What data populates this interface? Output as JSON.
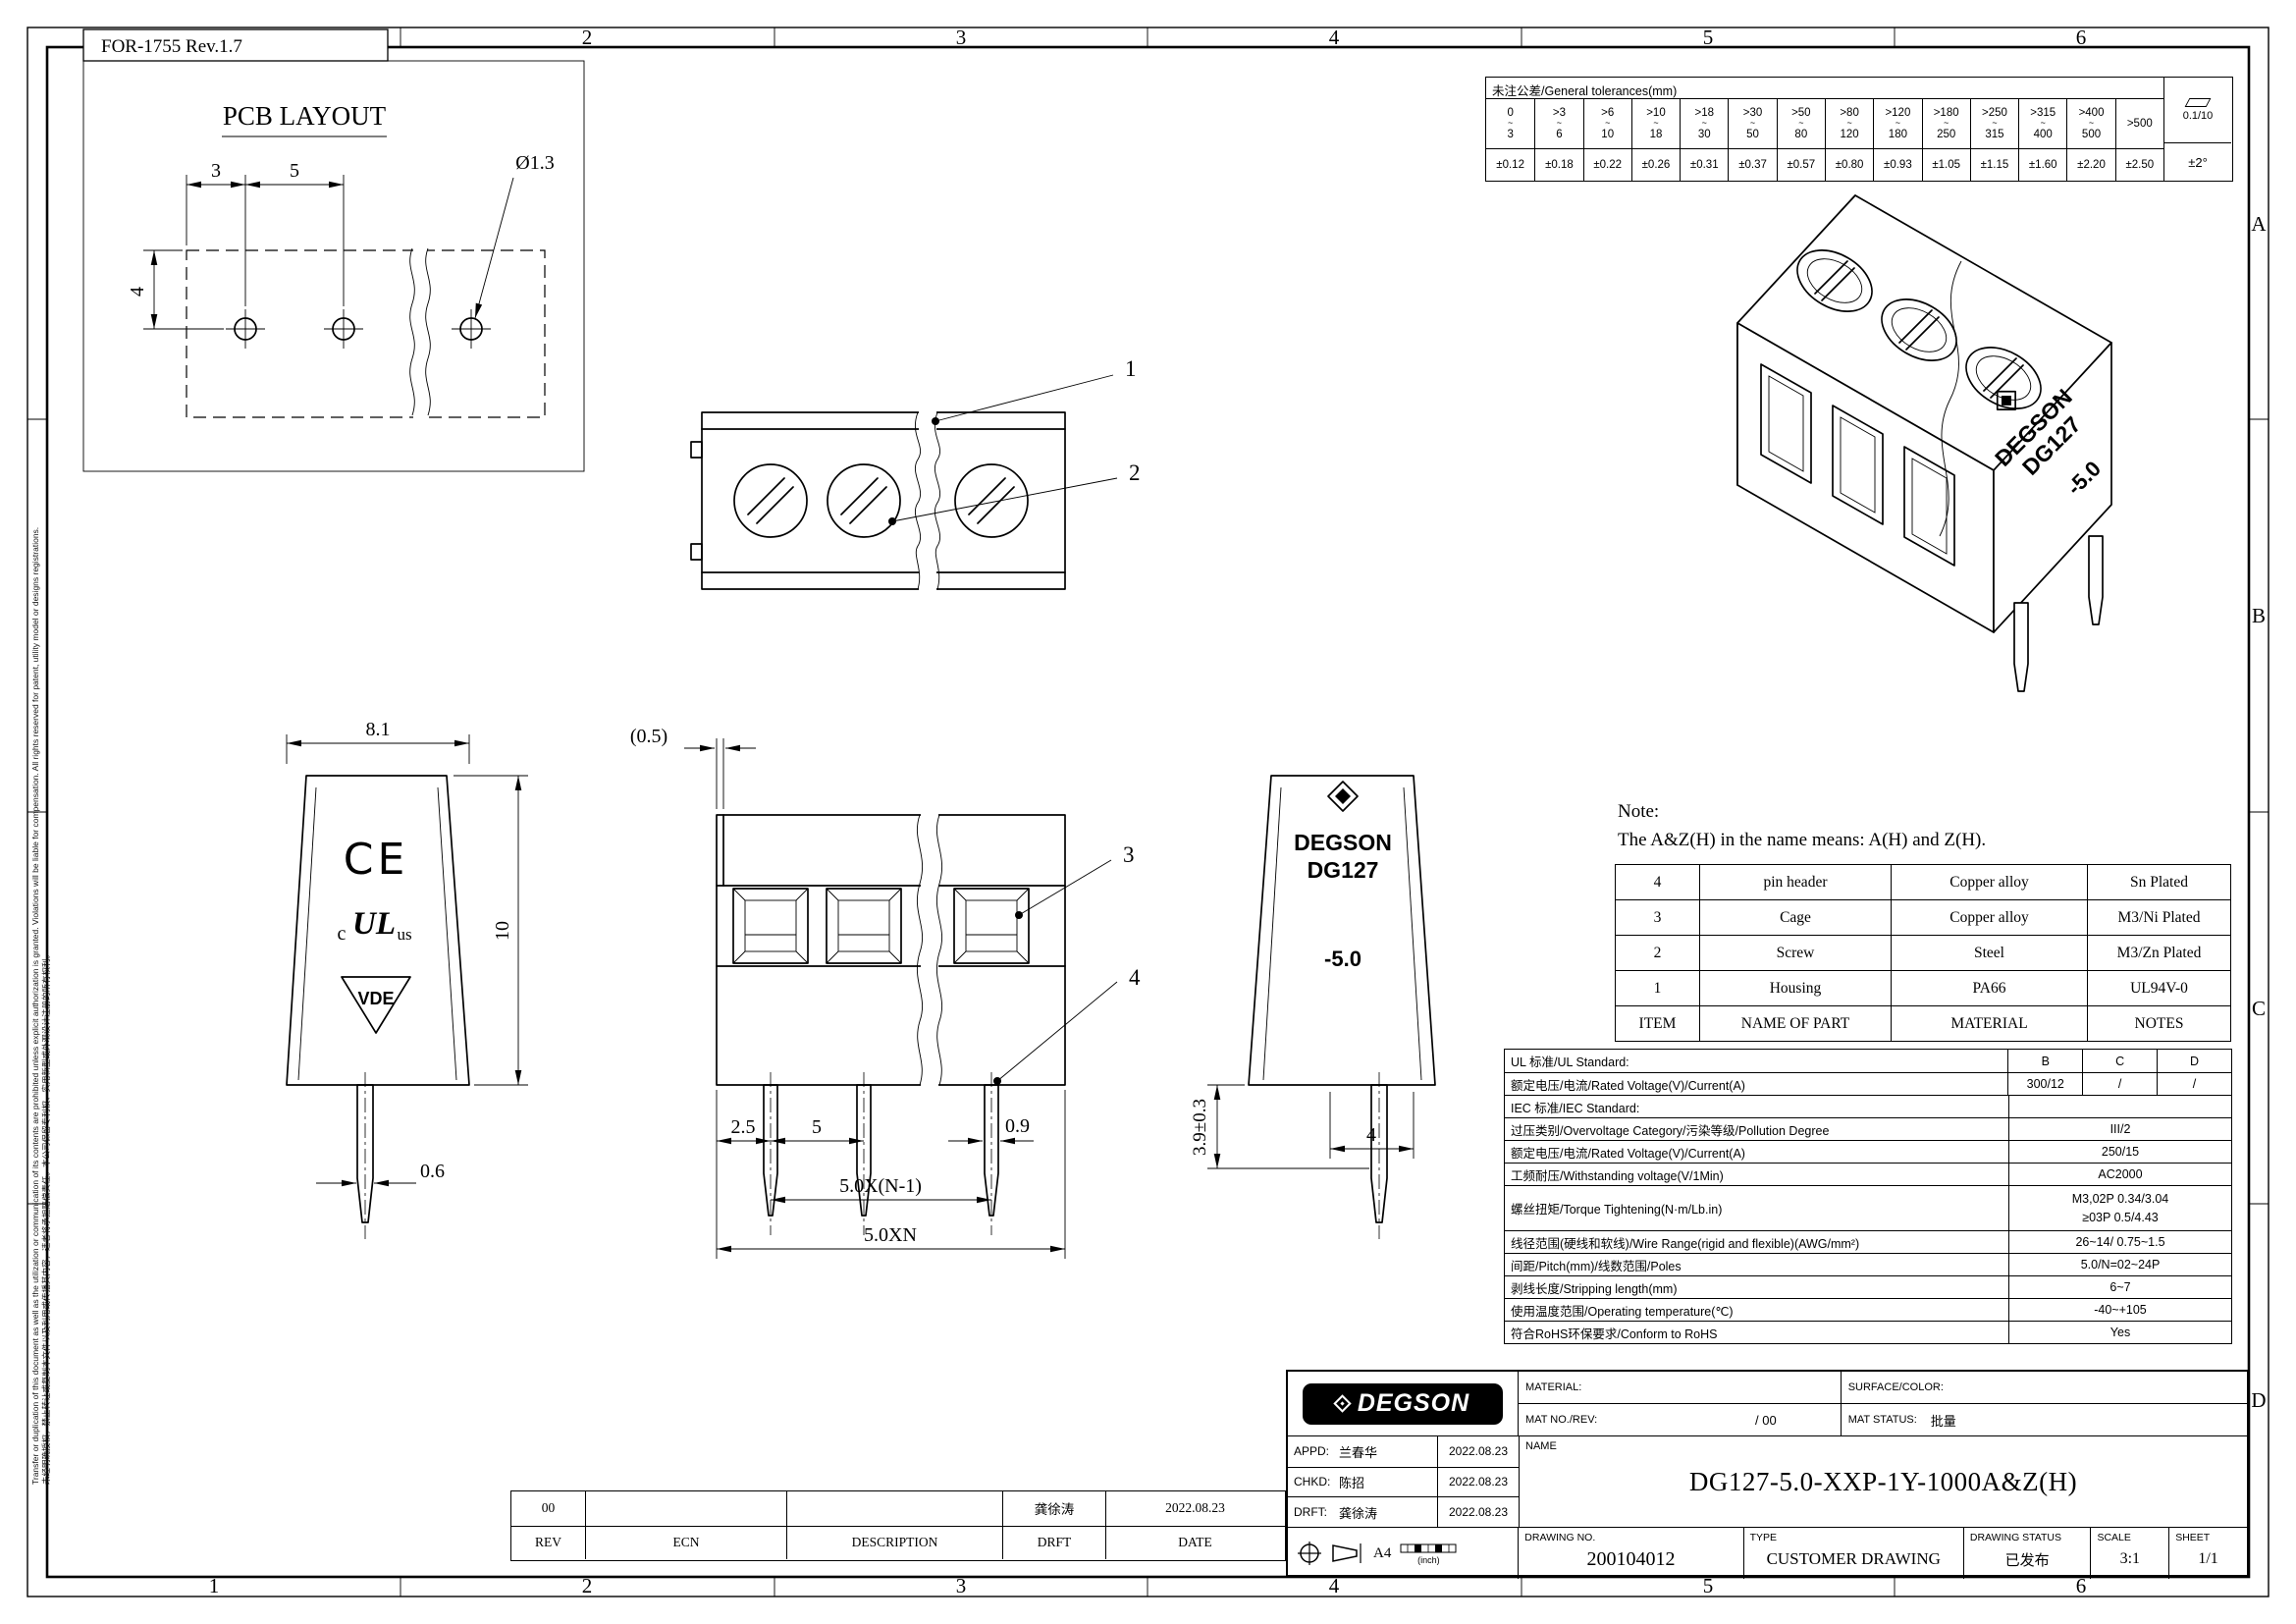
{
  "sheet": {
    "form_no": "FOR-1755 Rev.1.7",
    "zones": [
      "1",
      "2",
      "3",
      "4",
      "5",
      "6"
    ],
    "rows": [
      "A",
      "B",
      "C",
      "D"
    ],
    "margin_en": "Transfer or duplication of this document as well as the utilization or communication of its contents are prohibited unless explicit authorization is granted. Violations will be liable for compensation. All rights reserved for patent, utility model or designs registrations.",
    "margin_cn": "未经明确授权，禁止转让或复制本文件以及利用或传播其内容，违者将承担赔偿责任。本公司保留专利权、实用新型或外观设计注册的所有权利。"
  },
  "tol": {
    "title": "未注公差/General tolerances(mm)",
    "cols": [
      {
        "a": "0",
        "m": "~",
        "b": "3",
        "v": "±0.12"
      },
      {
        "a": ">3",
        "m": "~",
        "b": "6",
        "v": "±0.18"
      },
      {
        "a": ">6",
        "m": "~",
        "b": "10",
        "v": "±0.22"
      },
      {
        "a": ">10",
        "m": "~",
        "b": "18",
        "v": "±0.26"
      },
      {
        "a": ">18",
        "m": "~",
        "b": "30",
        "v": "±0.31"
      },
      {
        "a": ">30",
        "m": "~",
        "b": "50",
        "v": "±0.37"
      },
      {
        "a": ">50",
        "m": "~",
        "b": "80",
        "v": "±0.57"
      },
      {
        "a": ">80",
        "m": "~",
        "b": "120",
        "v": "±0.80"
      },
      {
        "a": ">120",
        "m": "~",
        "b": "180",
        "v": "±0.93"
      },
      {
        "a": ">180",
        "m": "~",
        "b": "250",
        "v": "±1.05"
      },
      {
        "a": ">250",
        "m": "~",
        "b": "315",
        "v": "±1.15"
      },
      {
        "a": ">315",
        "m": "~",
        "b": "400",
        "v": "±1.60"
      },
      {
        "a": ">400",
        "m": "~",
        "b": "500",
        "v": "±2.20"
      }
    ],
    "last_range": ">500",
    "last_v": "±2.50",
    "flatness": "0.1/10",
    "angle": "±2°"
  },
  "pcb": {
    "title": "PCB LAYOUT",
    "dim_3": "3",
    "dim_5": "5",
    "dim_4": "4",
    "dim_hole": "Ø1.3"
  },
  "callouts": {
    "c1": "1",
    "c2": "2",
    "c3": "3",
    "c4": "4"
  },
  "side_left": {
    "dim_w": "8.1",
    "dim_h": "10",
    "dim_pin": "0.6",
    "ce": "CE",
    "ul_c": "c",
    "ul": "UL",
    "ul_us": "us",
    "vde": "VDE"
  },
  "front": {
    "dim_half": "(0.5)",
    "dim_25": "2.5",
    "dim_5": "5",
    "dim_09": "0.9",
    "dim_pitch": "5.0X(N-1)",
    "dim_total": "5.0XN"
  },
  "side_right": {
    "brand": "DEGSON",
    "model": "DG127",
    "pitch_mark": "-5.0",
    "dim_len": "3.9±0.3",
    "dim_4": "4"
  },
  "iso": {
    "brand": "DEGSON",
    "model": "DG127",
    "pitch_mark": "-5.0"
  },
  "note": {
    "title": "Note:",
    "body": "The A&Z(H) in the name means: A(H) and Z(H)."
  },
  "parts": {
    "headers": [
      "ITEM",
      "NAME OF PART",
      "MATERIAL",
      "NOTES"
    ],
    "rows": [
      [
        "4",
        "pin header",
        "Copper alloy",
        "Sn Plated"
      ],
      [
        "3",
        "Cage",
        "Copper alloy",
        "M3/Ni Plated"
      ],
      [
        "2",
        "Screw",
        "Steel",
        "M3/Zn Plated"
      ],
      [
        "1",
        "Housing",
        "PA66",
        "UL94V-0"
      ]
    ]
  },
  "specs": {
    "ul_label": "UL 标准/UL Standard:",
    "col_b": "B",
    "col_c": "C",
    "col_d": "D",
    "ul_rated_label": "额定电压/电流/Rated Voltage(V)/Current(A)",
    "ul_rated_b": "300/12",
    "ul_rated_c": "/",
    "ul_rated_d": "/",
    "iec_label": "IEC 标准/IEC Standard:",
    "rows": [
      {
        "label": "过压类别/Overvoltage Category/污染等级/Pollution Degree",
        "value": "III/2"
      },
      {
        "label": "额定电压/电流/Rated Voltage(V)/Current(A)",
        "value": "250/15"
      },
      {
        "label": "工频耐压/Withstanding voltage(V/1Min)",
        "value": "AC2000"
      }
    ],
    "torque_label": "螺丝扭矩/Torque Tightening(N·m/Lb.in)",
    "torque_v1": "M3,02P 0.34/3.04",
    "torque_v2": "≥03P 0.5/4.43",
    "rows2": [
      {
        "label": "线径范围(硬线和软线)/Wire Range(rigid and flexible)(AWG/mm²)",
        "value": "26~14/ 0.75~1.5"
      },
      {
        "label": "间距/Pitch(mm)/线数范围/Poles",
        "value": "5.0/N=02~24P"
      },
      {
        "label": "剥线长度/Stripping length(mm)",
        "value": "6~7"
      },
      {
        "label": "使用温度范围/Operating temperature(℃)",
        "value": "-40~+105"
      },
      {
        "label": "符合RoHS环保要求/Conform to RoHS",
        "value": "Yes"
      }
    ]
  },
  "title_block": {
    "brand": "DEGSON",
    "material_label": "MATERIAL:",
    "surface_label": "SURFACE/COLOR:",
    "matno_label": "MAT NO./REV:",
    "matno_value": "/ 00",
    "matstatus_label": "MAT STATUS:",
    "matstatus_value": "批量",
    "appd_label": "APPD:",
    "appd_name": "兰春华",
    "appd_date": "2022.08.23",
    "chkd_label": "CHKD:",
    "chkd_name": "陈招",
    "chkd_date": "2022.08.23",
    "drft_label": "DRFT:",
    "drft_name": "龚徐涛",
    "drft_date": "2022.08.23",
    "name_label": "NAME",
    "name_value": "DG127-5.0-XXP-1Y-1000A&Z(H)",
    "paper": "A4",
    "inch": "(inch)",
    "drawing_no_label": "DRAWING NO.",
    "drawing_no": "200104012",
    "type_label": "TYPE",
    "type_value": "CUSTOMER DRAWING",
    "status_label": "DRAWING STATUS",
    "status_value": "已发布",
    "scale_label": "SCALE",
    "scale_value": "3:1",
    "sheet_label": "SHEET",
    "sheet_value": "1/1"
  },
  "revision": {
    "rev_value": "00",
    "drft_value": "龚徐涛",
    "date_value": "2022.08.23",
    "headers": [
      "REV",
      "ECN",
      "DESCRIPTION",
      "DRFT",
      "DATE"
    ]
  }
}
